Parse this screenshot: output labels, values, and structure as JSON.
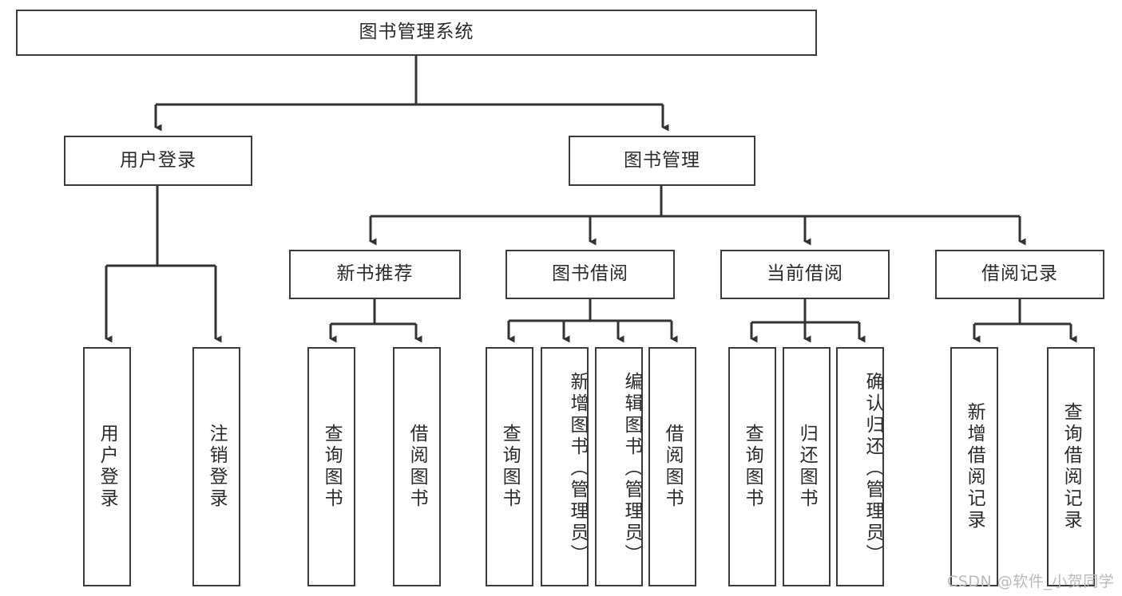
{
  "diagram": {
    "type": "tree-hierarchy",
    "title": "图书管理系统",
    "watermark": "CSDN @软件_小贺同学",
    "colors": {
      "box_border": "#3b3b3b",
      "box_fill": "#ffffff",
      "connector": "#333333",
      "text": "#2b2b2b",
      "watermark": "#b9b9b9",
      "background": "#ffffff"
    },
    "levels": {
      "root": {
        "label": "图书管理系统"
      },
      "level2": [
        {
          "label": "用户登录"
        },
        {
          "label": "图书管理"
        }
      ],
      "level3": [
        {
          "label": "新书推荐"
        },
        {
          "label": "图书借阅"
        },
        {
          "label": "当前借阅"
        },
        {
          "label": "借阅记录"
        }
      ],
      "leaves": {
        "user_login": [
          {
            "label": "用户登录"
          },
          {
            "label": "注销登录"
          }
        ],
        "new_book": [
          {
            "label": "查询图书"
          },
          {
            "label": "借阅图书"
          }
        ],
        "book_borrow": [
          {
            "label": "查询图书"
          },
          {
            "label": "新增图书（管理员）"
          },
          {
            "label": "编辑图书（管理员）"
          },
          {
            "label": "借阅图书"
          }
        ],
        "current_borrow": [
          {
            "label": "查询图书"
          },
          {
            "label": "归还图书"
          },
          {
            "label": "确认归还（管理员）"
          }
        ],
        "borrow_record": [
          {
            "label": "新增借阅记录"
          },
          {
            "label": "查询借阅记录"
          }
        ]
      }
    }
  }
}
